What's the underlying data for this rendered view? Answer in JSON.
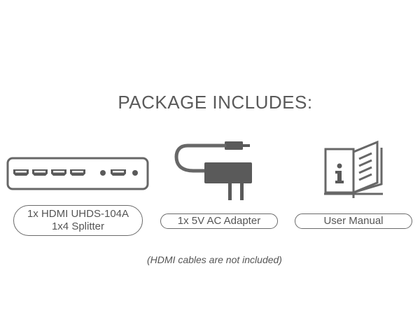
{
  "heading": "PACKAGE INCLUDES:",
  "items": [
    {
      "icon": "hdmi-splitter-icon",
      "label_line1": "1x HDMI UHDS-104A",
      "label_line2": "1x4 Splitter"
    },
    {
      "icon": "ac-adapter-icon",
      "label_line1": "1x 5V AC Adapter"
    },
    {
      "icon": "user-manual-icon",
      "label_line1": "User Manual"
    }
  ],
  "note": "(HDMI cables are not included)",
  "colors": {
    "icon_stroke": "#676767",
    "icon_fill": "#5a5a5a",
    "text": "#555555",
    "background": "#ffffff"
  }
}
